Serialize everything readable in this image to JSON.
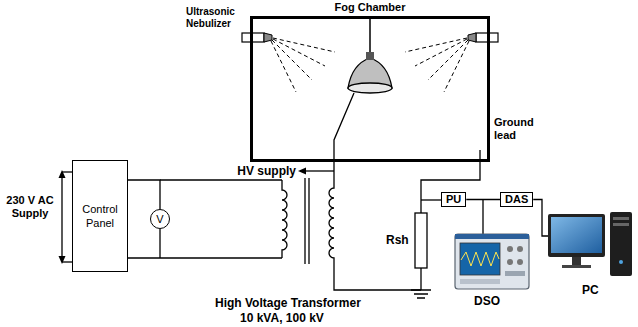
{
  "diagram": {
    "nodes": [
      {
        "text": [
          "Fog Chamber"
        ]
      },
      {
        "text": [
          "Control Panel"
        ]
      },
      {
        "text": [
          "V"
        ]
      },
      {
        "text": [
          "PU"
        ]
      },
      {
        "text": [
          "DAS"
        ]
      }
    ],
    "edges": [
      {
        "from": 1,
        "to": 2,
        "arrow": "none"
      },
      {
        "from": 3,
        "to": 4,
        "arrow": "none"
      }
    ],
    "labels": [
      "Ultrasonic Nebulizer",
      "Ground lead",
      "HV supply",
      "230 V AC Supply",
      "High Voltage Transformer",
      "10 kVA, 100 kV",
      "Rsh",
      "DSO",
      "PC"
    ]
  }
}
